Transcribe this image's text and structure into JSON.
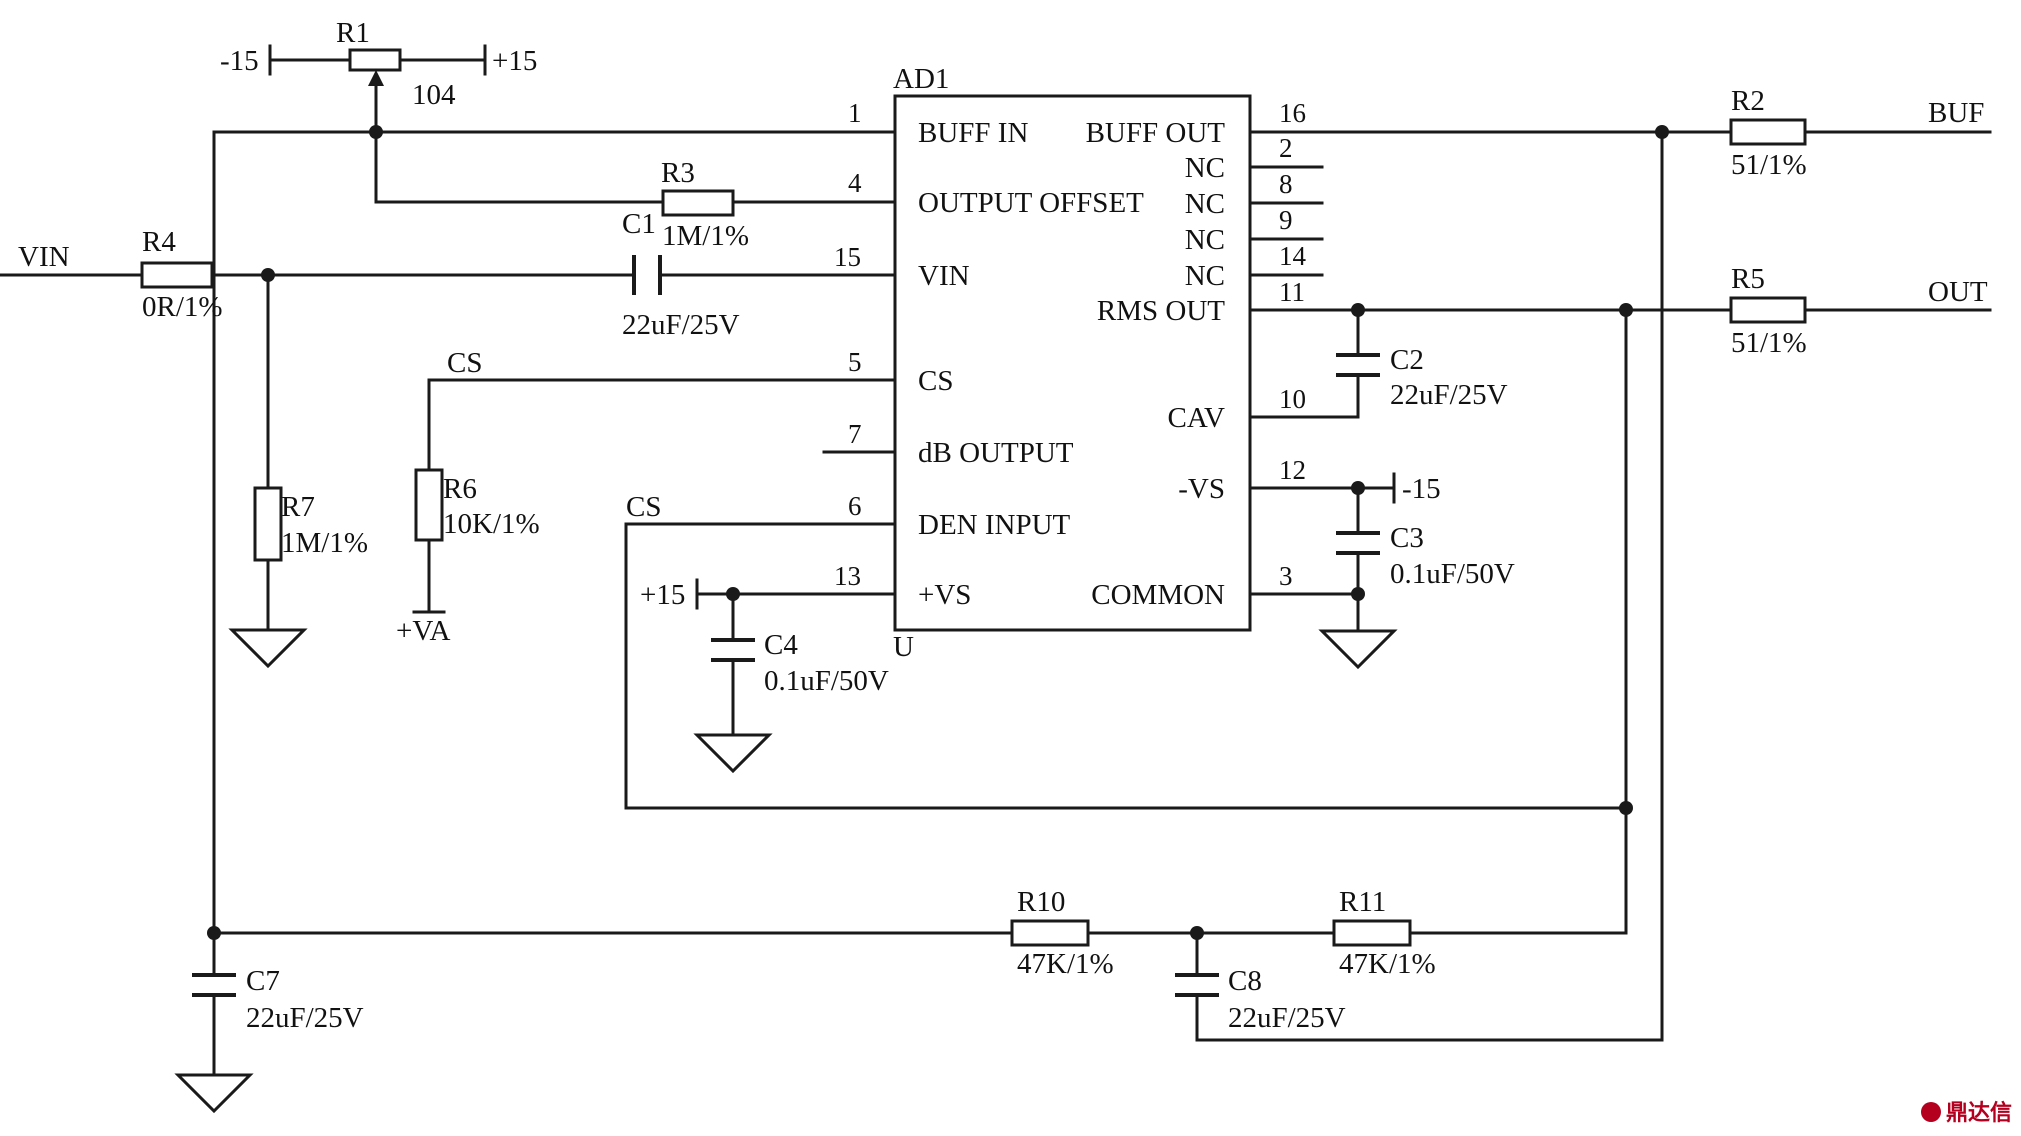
{
  "chip": {
    "ref": "AD1",
    "unit": "U",
    "left_pins": [
      {
        "num": "1",
        "name": "BUFF IN"
      },
      {
        "num": "4",
        "name": "OUTPUT OFFSET"
      },
      {
        "num": "15",
        "name": "VIN"
      },
      {
        "num": "5",
        "name": "CS"
      },
      {
        "num": "7",
        "name": "dB OUTPUT"
      },
      {
        "num": "6",
        "name": "DEN INPUT"
      },
      {
        "num": "13",
        "name": "+VS"
      }
    ],
    "right_pins": [
      {
        "num": "16",
        "name": "BUFF OUT"
      },
      {
        "num": "2",
        "name": "NC"
      },
      {
        "num": "8",
        "name": "NC"
      },
      {
        "num": "9",
        "name": "NC"
      },
      {
        "num": "14",
        "name": "NC"
      },
      {
        "num": "11",
        "name": "RMS OUT"
      },
      {
        "num": "10",
        "name": "CAV"
      },
      {
        "num": "12",
        "name": "-VS"
      },
      {
        "num": "3",
        "name": "COMMON"
      }
    ]
  },
  "components": {
    "R1": {
      "ref": "R1",
      "value": "104"
    },
    "R2": {
      "ref": "R2",
      "value": "51/1%"
    },
    "R3": {
      "ref": "R3",
      "value": "1M/1%"
    },
    "R4": {
      "ref": "R4",
      "value": "0R/1%"
    },
    "R5": {
      "ref": "R5",
      "value": "51/1%"
    },
    "R6": {
      "ref": "R6",
      "value": "10K/1%"
    },
    "R7": {
      "ref": "R7",
      "value": "1M/1%"
    },
    "R10": {
      "ref": "R10",
      "value": "47K/1%"
    },
    "R11": {
      "ref": "R11",
      "value": "47K/1%"
    },
    "C1": {
      "ref": "C1",
      "value": "22uF/25V"
    },
    "C2": {
      "ref": "C2",
      "value": "22uF/25V"
    },
    "C3": {
      "ref": "C3",
      "value": "0.1uF/50V"
    },
    "C4": {
      "ref": "C4",
      "value": "0.1uF/50V"
    },
    "C7": {
      "ref": "C7",
      "value": "22uF/25V"
    },
    "C8": {
      "ref": "C8",
      "value": "22uF/25V"
    }
  },
  "nets": {
    "vin": "VIN",
    "buf": "BUF",
    "out": "OUT",
    "cs_top": "CS",
    "cs_den": "CS",
    "va": "+VA",
    "r1_neg": "-15",
    "r1_pos": "+15",
    "vs_neg": "-15",
    "vs_pos": "+15"
  },
  "watermark": "鼎达信"
}
